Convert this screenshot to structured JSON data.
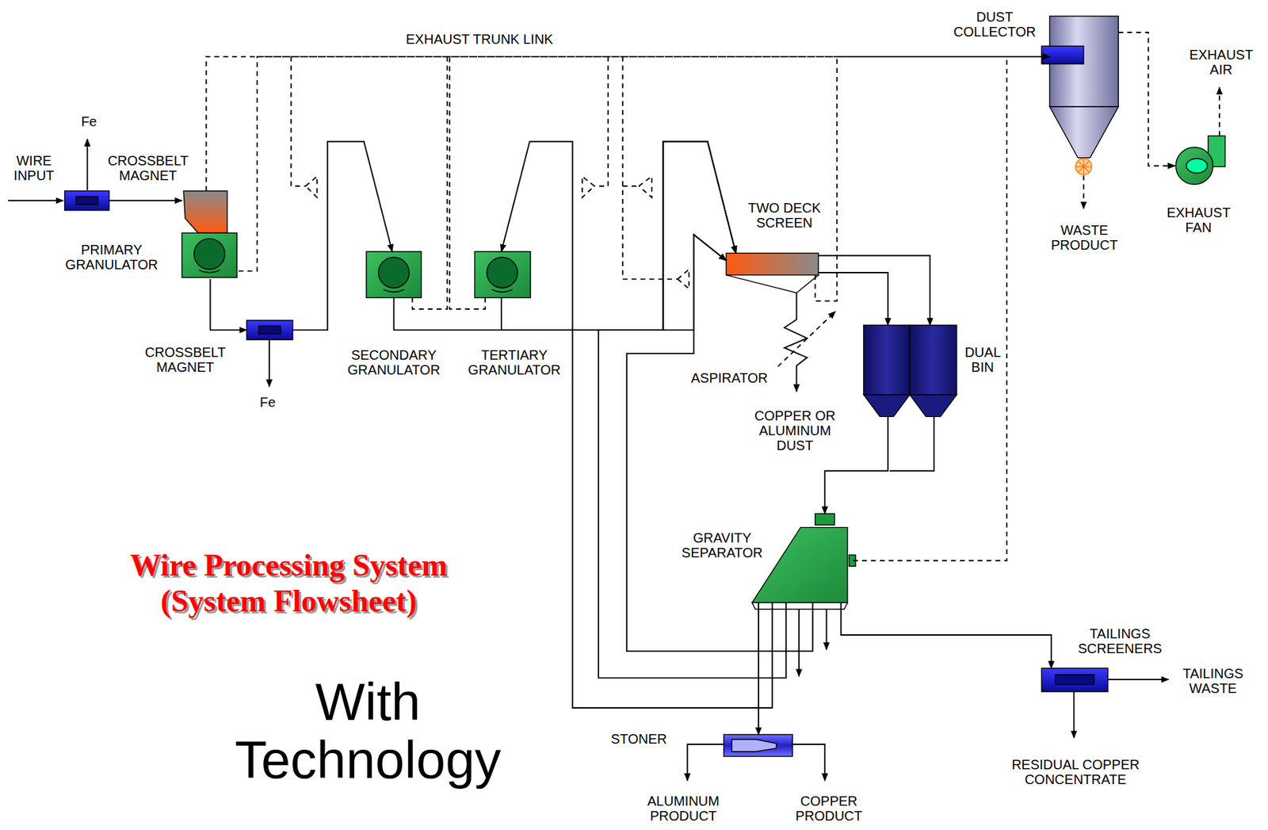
{
  "diagram": {
    "title": "Wire Processing System (System Flowsheet)",
    "nodes": [
      {
        "text": [
          "CROSSBELT MAGNET"
        ]
      },
      {
        "text": [
          "PRIMARY GRANULATOR"
        ]
      },
      {
        "text": [
          "CROSSBELT MAGNET"
        ]
      },
      {
        "text": [
          "SECONDARY GRANULATOR"
        ]
      },
      {
        "text": [
          "TERTIARY GRANULATOR"
        ]
      },
      {
        "text": [
          "TWO DECK SCREEN"
        ]
      },
      {
        "text": [
          "DUAL BIN"
        ]
      },
      {
        "text": [
          "GRAVITY SEPARATOR"
        ]
      },
      {
        "text": [
          "STONER"
        ]
      },
      {
        "text": [
          "TAILINGS SCREENERS"
        ]
      },
      {
        "text": [
          "DUST COLLECTOR"
        ]
      },
      {
        "text": [
          "EXHAUST FAN"
        ]
      }
    ],
    "edges": [
      {
        "from": 0,
        "to": 1,
        "arrow": "to"
      },
      {
        "from": 1,
        "to": 2,
        "arrow": "to"
      },
      {
        "from": 2,
        "to": 3,
        "arrow": "to"
      },
      {
        "from": 3,
        "to": 5,
        "arrow": "to"
      },
      {
        "from": 4,
        "to": 5,
        "arrow": "to"
      },
      {
        "from": 7,
        "to": 4,
        "arrow": "to"
      },
      {
        "from": 7,
        "to": 5,
        "arrow": "to"
      },
      {
        "from": 7,
        "to": 5,
        "arrow": "to"
      },
      {
        "from": 5,
        "to": 6,
        "arrow": "to"
      },
      {
        "from": 5,
        "to": 6,
        "arrow": "to"
      },
      {
        "from": 6,
        "to": 7,
        "arrow": "to"
      },
      {
        "from": 7,
        "to": 8,
        "arrow": "to"
      },
      {
        "from": 7,
        "to": 9,
        "arrow": "to"
      },
      {
        "from": 1,
        "to": 10,
        "arrow": "to"
      },
      {
        "from": 1,
        "to": 10,
        "arrow": "to"
      },
      {
        "from": 3,
        "to": 10,
        "arrow": "to"
      },
      {
        "from": 4,
        "to": 10,
        "arrow": "to"
      },
      {
        "from": 5,
        "to": 10,
        "arrow": "to"
      },
      {
        "from": 7,
        "to": 10,
        "arrow": "to"
      },
      {
        "from": 10,
        "to": 11,
        "arrow": "to"
      }
    ],
    "labels": [
      "WIRE INPUT",
      "Fe",
      "EXHAUST TRUNK LINK",
      "Fe",
      "ASPIRATOR",
      "COPPER OR ALUMINUM DUST",
      "WASTE PRODUCT",
      "EXHAUST AIR",
      "ALUMINUM PRODUCT",
      "COPPER PRODUCT",
      "TAILINGS WASTE",
      "RESIDUAL COPPER CONCENTRATE",
      "With Technology"
    ]
  }
}
